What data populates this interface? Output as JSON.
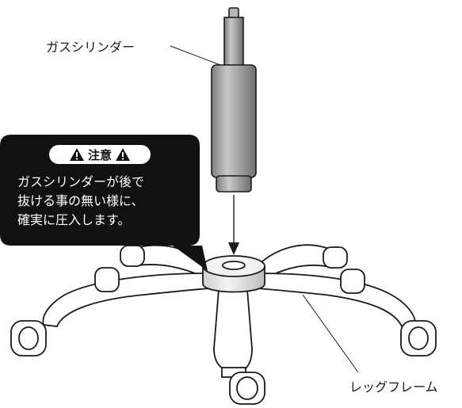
{
  "labels": {
    "gas_cylinder": "ガスシリンダー",
    "leg_frame": "レッグフレーム"
  },
  "caution": {
    "title": "注意",
    "lines": [
      "ガスシリンダーが後で",
      "抜ける事の無い様に、",
      "確実に圧入します。"
    ]
  },
  "colors": {
    "callout_bg": "#111111",
    "cylinder": "#9a9a9a",
    "outline": "#1a1a1a"
  },
  "icons": [
    "warning-triangle-icon"
  ]
}
